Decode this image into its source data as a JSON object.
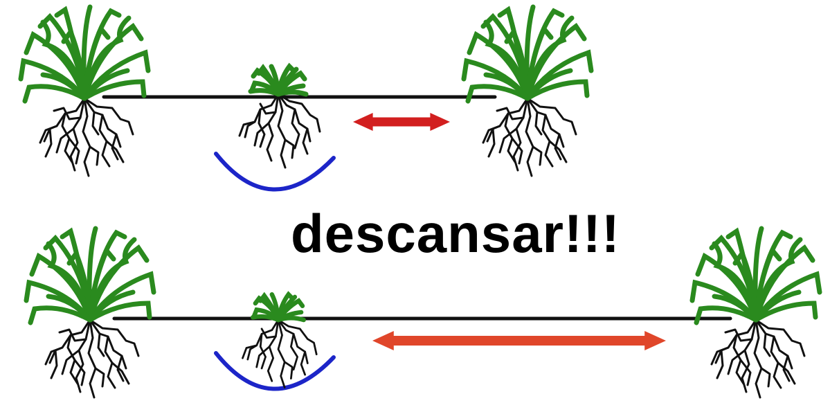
{
  "caption": "descansar!!!",
  "colors": {
    "foliage": "#2a8a1e",
    "roots": "#111111",
    "ground_line": "#111111",
    "depletion_curve": "#1c25c8",
    "arrow_short": "#d21f1f",
    "arrow_long": "#e0462a"
  },
  "icons": {
    "large_plant": "grass-plant-icon",
    "small_plant": "seedling-icon",
    "arrow": "double-headed-arrow-icon",
    "curve": "depletion-curve-icon"
  },
  "rows": [
    {
      "spacing": "short"
    },
    {
      "spacing": "long"
    }
  ]
}
